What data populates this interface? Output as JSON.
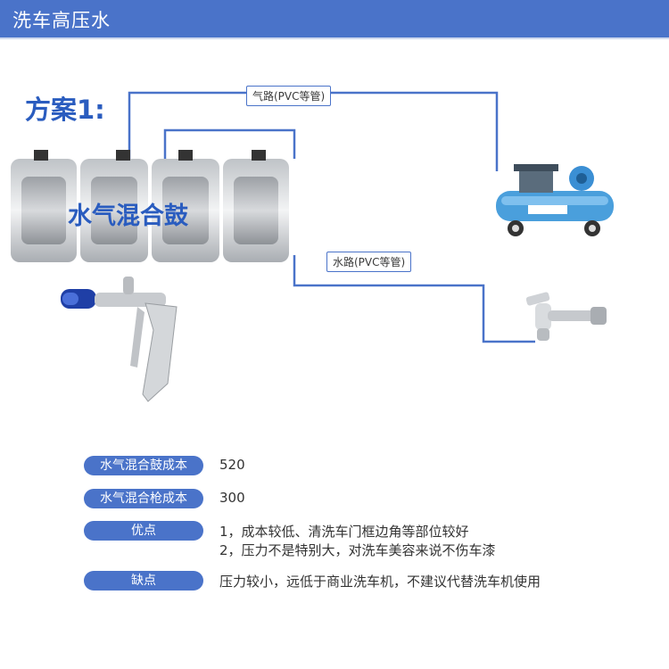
{
  "header": {
    "title": "洗车高压水"
  },
  "plan": {
    "title": "方案1:"
  },
  "diagram": {
    "air_label": "气路(PVC等管)",
    "water_label": "水路(PVC等管)",
    "drum_label": "水气混合鼓",
    "pipe_color": "#4a73c9"
  },
  "info": {
    "drum_cost_label": "水气混合鼓成本",
    "drum_cost_value": "520",
    "gun_cost_label": "水气混合枪成本",
    "gun_cost_value": "300",
    "pros_label": "优点",
    "pros_1": "1，成本较低、清洗车门框边角等部位较好",
    "pros_2": "2，压力不是特别大，对洗车美容来说不伤车漆",
    "cons_label": "缺点",
    "cons_1": "压力较小，远低于商业洗车机，不建议代替洗车机使用"
  }
}
